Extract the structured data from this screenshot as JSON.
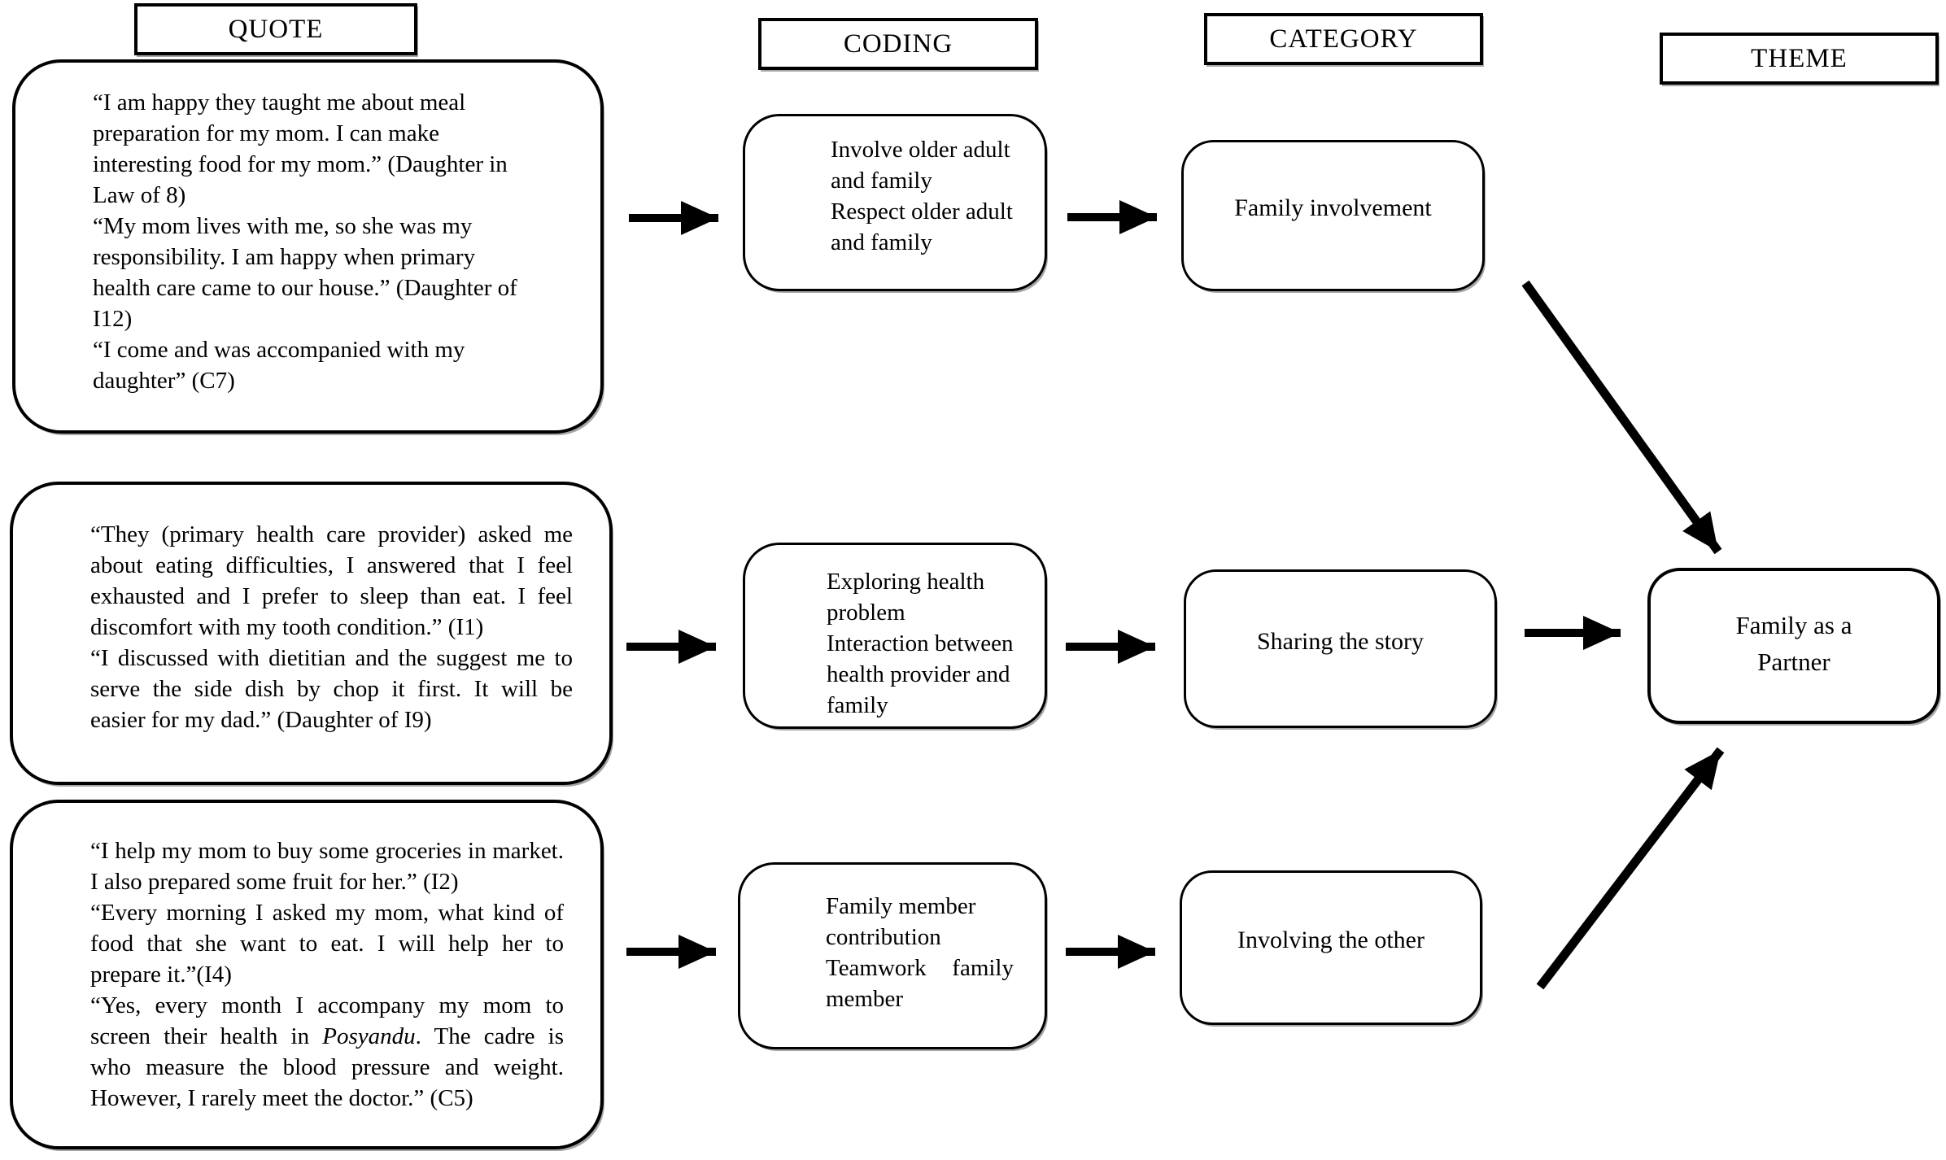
{
  "headers": {
    "quote": "QUOTE",
    "coding": "CODING",
    "category": "CATEGORY",
    "theme": "THEME"
  },
  "quotes": {
    "box1": {
      "lines": [
        "“I am happy they taught me about meal",
        "preparation for my mom. I can make",
        "interesting food for my mom.” (Daughter in",
        "Law of 8)",
        "“My mom lives with me, so she was my",
        "responsibility. I am happy when primary",
        "health care came to our house.” (Daughter of",
        "I12)",
        "“I come and was accompanied with my",
        "daughter” (C7)"
      ]
    },
    "box2": {
      "lines": [
        "“They (primary health care provider) asked me",
        "about eating difficulties, I answered that I feel",
        "exhausted and I prefer to sleep than eat. I feel",
        "discomfort with my tooth condition.” (I1)",
        "“I discussed with dietitian and the suggest me to",
        "serve the side dish by chop it first. It will be",
        "easier for my dad.” (Daughter of I9)"
      ]
    },
    "box3": {
      "linesA": [
        "“I help my mom to buy some groceries in market.",
        "I also prepared some fruit for her.” (I2)",
        "“Every morning I asked my mom, what kind of",
        "food that she want to eat. I will help her to",
        "prepare it.”(I4)",
        "“Yes, every month I accompany my mom to"
      ],
      "line7": {
        "before": "screen their health in ",
        "italic": "Posyandu",
        "after": ". The cadre is"
      },
      "linesB": [
        "who measure the blood pressure and weight.",
        "However, I rarely meet the doctor.” (C5)"
      ]
    }
  },
  "coding": {
    "box1": {
      "lines": [
        "Involve older adult",
        "and family",
        "Respect older adult",
        "and family"
      ]
    },
    "box2": {
      "lines": [
        "Exploring health",
        "problem",
        "Interaction between",
        "health provider and",
        "family"
      ]
    },
    "box3": {
      "lines": [
        "Family member",
        "contribution",
        "Teamwork family",
        "member"
      ]
    }
  },
  "categories": {
    "box1": "Family involvement",
    "box2": "Sharing the story",
    "box3": "Involving the other"
  },
  "theme": {
    "line1": "Family as a",
    "line2": "Partner"
  },
  "icons": {
    "flow_arrow": "black right-pointing flow arrow",
    "diagonal_arrow": "black diagonal flow arrow"
  },
  "colors": {
    "ink": "#000000",
    "background": "#ffffff"
  }
}
